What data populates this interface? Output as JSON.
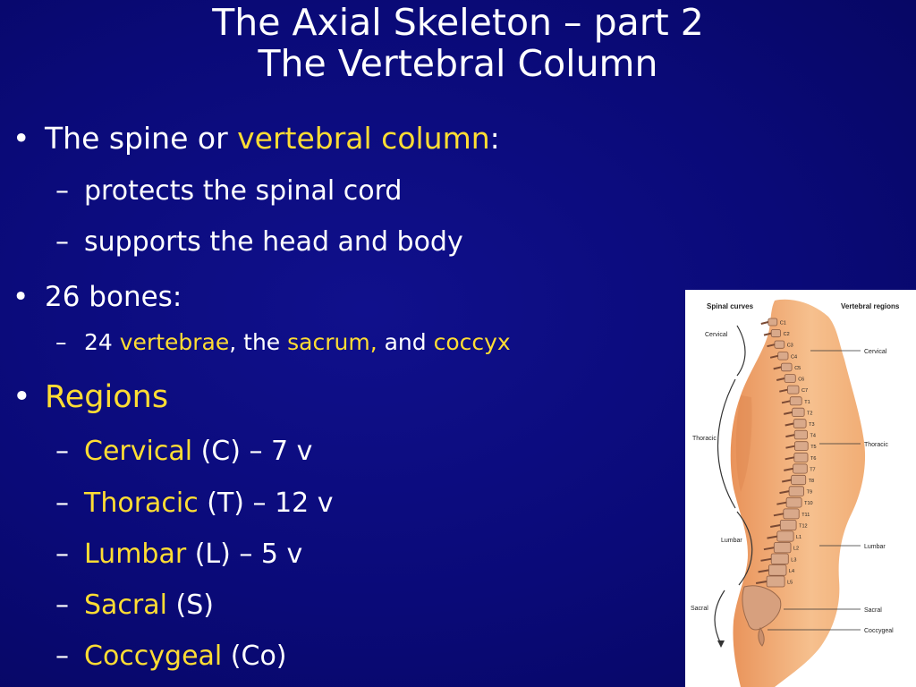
{
  "slide": {
    "title_line1": "The Axial Skeleton – part 2",
    "title_line2": "The Vertebral Column",
    "bullet1": {
      "prefix": "The spine or ",
      "highlight": "vertebral column",
      "suffix": ":",
      "subs": [
        "protects the spinal cord",
        "supports the head and body"
      ]
    },
    "bullet2": {
      "text": "26 bones:",
      "sub": {
        "t1": "24 ",
        "h1": "vertebrae",
        "t2": ", the ",
        "h2": "sacrum,",
        "t3": " and ",
        "h3": "coccyx"
      }
    },
    "bullet3": {
      "text": "Regions",
      "items": [
        {
          "name": "Cervical",
          "rest": " (C) – 7 v"
        },
        {
          "name": "Thoracic",
          "rest": " (T) – 12 v"
        },
        {
          "name": "Lumbar",
          "rest": " (L) – 5 v"
        },
        {
          "name": "Sacral",
          "rest": " (S)"
        },
        {
          "name": "Coccygeal",
          "rest": " (Co)"
        }
      ]
    },
    "dash": "–",
    "bullet_glyph": "•"
  },
  "figure": {
    "header_left": "Spinal curves",
    "header_right": "Vertebral regions",
    "curve_labels": [
      "Cervical",
      "Thoracic",
      "Lumbar",
      "Sacral"
    ],
    "region_labels": [
      "Cervical",
      "Thoracic",
      "Lumbar",
      "Sacral",
      "Coccygeal"
    ],
    "vertebra_labels": [
      "C1",
      "C2",
      "C3",
      "C4",
      "C5",
      "C6",
      "C7",
      "T1",
      "T2",
      "T3",
      "T4",
      "T5",
      "T6",
      "T7",
      "T8",
      "T9",
      "T10",
      "T11",
      "T12",
      "L1",
      "L2",
      "L3",
      "L4",
      "L5"
    ]
  },
  "colors": {
    "background": "#0a0a78",
    "highlight": "#ffdd33",
    "text": "#ffffff",
    "skin": "#f2b47c",
    "bone": "#d9a98a"
  }
}
